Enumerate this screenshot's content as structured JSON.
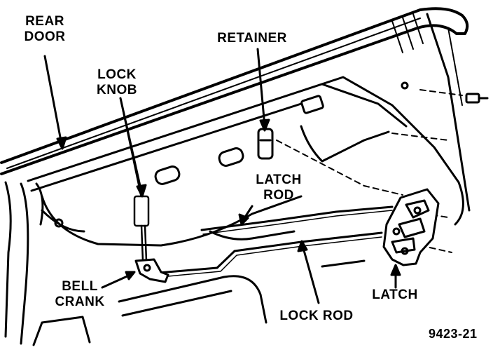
{
  "labels": {
    "rear_door": [
      "REAR",
      "DOOR"
    ],
    "lock_knob": [
      "LOCK",
      "KNOB"
    ],
    "retainer": "RETAINER",
    "latch_rod": [
      "LATCH",
      "ROD"
    ],
    "bell_crank": [
      "BELL",
      "CRANK"
    ],
    "lock_rod": "LOCK ROD",
    "latch": "LATCH"
  },
  "figure_number": "9423-21",
  "colors": {
    "ink": "#000000",
    "paper": "#ffffff"
  }
}
